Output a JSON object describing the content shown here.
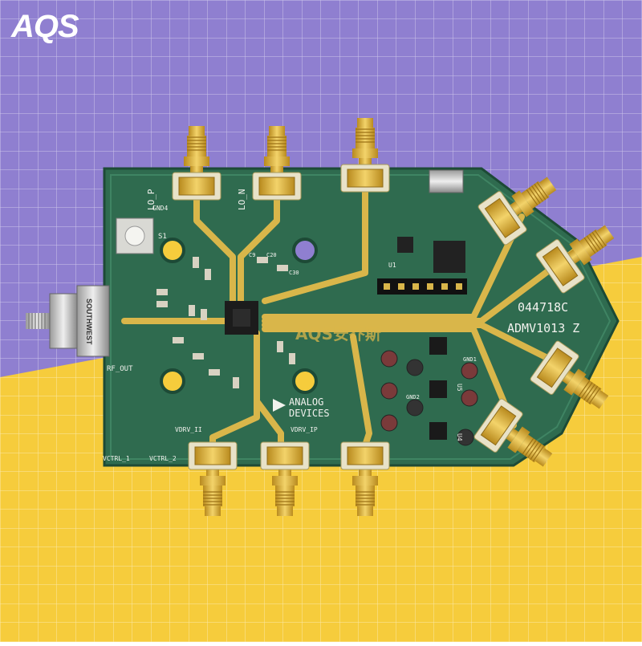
{
  "brand": {
    "logo_text": "AQS",
    "watermark": "AQS安乔斯"
  },
  "board": {
    "silk_labels": {
      "lo_p": "LO_P",
      "lo_n": "LO_N",
      "gnd4": "GND4",
      "s1": "S1",
      "rf_out": "RF_OUT",
      "vctrl_1": "VCTRL_1",
      "vctrl_2": "VCTRL_2",
      "vdrv_ii": "VDRV_II",
      "vdrv_ip": "VDRV_IP",
      "part_number": "044718C",
      "board_name": "ADMV1013 Z",
      "u1": "U1",
      "u4": "U4",
      "u5": "U5",
      "gnd1": "GND1",
      "gnd2": "GND2",
      "c9": "C9",
      "c20": "C20",
      "c30": "C30"
    },
    "manufacturer": {
      "line1": "ANALOG",
      "line2": "DEVICES"
    },
    "connector_brand": "SOUTHWEST"
  },
  "colors": {
    "background_purple": "#8f7fd0",
    "background_yellow": "#f6cc3c",
    "grid_line": "#ffffff",
    "pcb_green": "#2f6b4f",
    "gold_trace": "#d9b64a",
    "sma_gold": "#e0b43a"
  }
}
